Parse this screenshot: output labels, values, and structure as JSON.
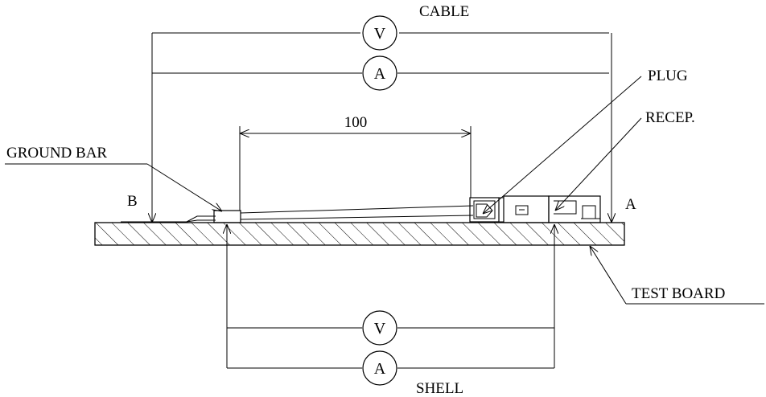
{
  "labels": {
    "cable": "CABLE",
    "plug": "PLUG",
    "recep": "RECEP.",
    "ground_bar": "GROUND BAR",
    "dimension": "100",
    "point_b": "B",
    "point_a": "A",
    "test_board": "TEST BOARD",
    "shell": "SHELL"
  },
  "meters": {
    "cable_voltmeter": "V",
    "cable_ammeter": "A",
    "shell_voltmeter": "V",
    "shell_ammeter": "A"
  }
}
